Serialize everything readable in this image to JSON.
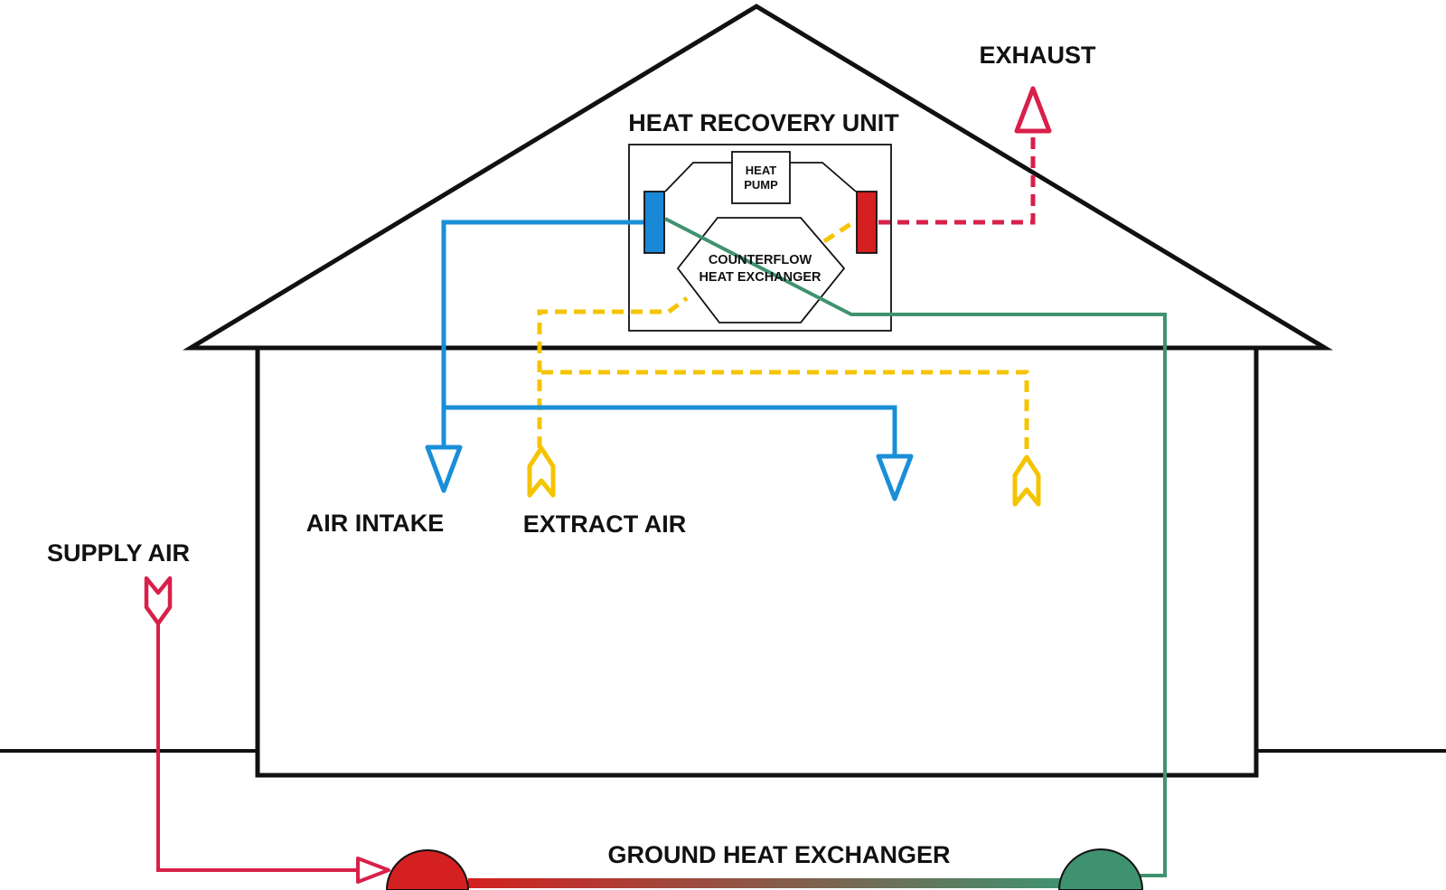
{
  "labels": {
    "heat_recovery_unit": "HEAT RECOVERY UNIT",
    "heat_pump_line1": "HEAT",
    "heat_pump_line2": "PUMP",
    "counterflow_line1": "COUNTERFLOW",
    "counterflow_line2": "HEAT EXCHANGER",
    "exhaust": "EXHAUST",
    "air_intake": "AIR INTAKE",
    "extract_air": "EXTRACT AIR",
    "supply_air": "SUPPLY AIR",
    "ground_heat_exchanger": "GROUND HEAT EXCHANGER"
  },
  "colors": {
    "blue": "#1a8fd8",
    "yellow": "#f5c400",
    "red": "#d8204a",
    "green": "#3f9270",
    "cold_block": "#1a88d5",
    "hot_block": "#d42020",
    "ground_red": "#d42020",
    "ground_green": "#3f9270",
    "outline": "#111111"
  },
  "icons": {
    "arrow_down": "open-triangle-down",
    "arrow_up": "open-triangle-up",
    "chevron_up": "double-chevron-up",
    "chevron_down": "double-chevron-down"
  }
}
